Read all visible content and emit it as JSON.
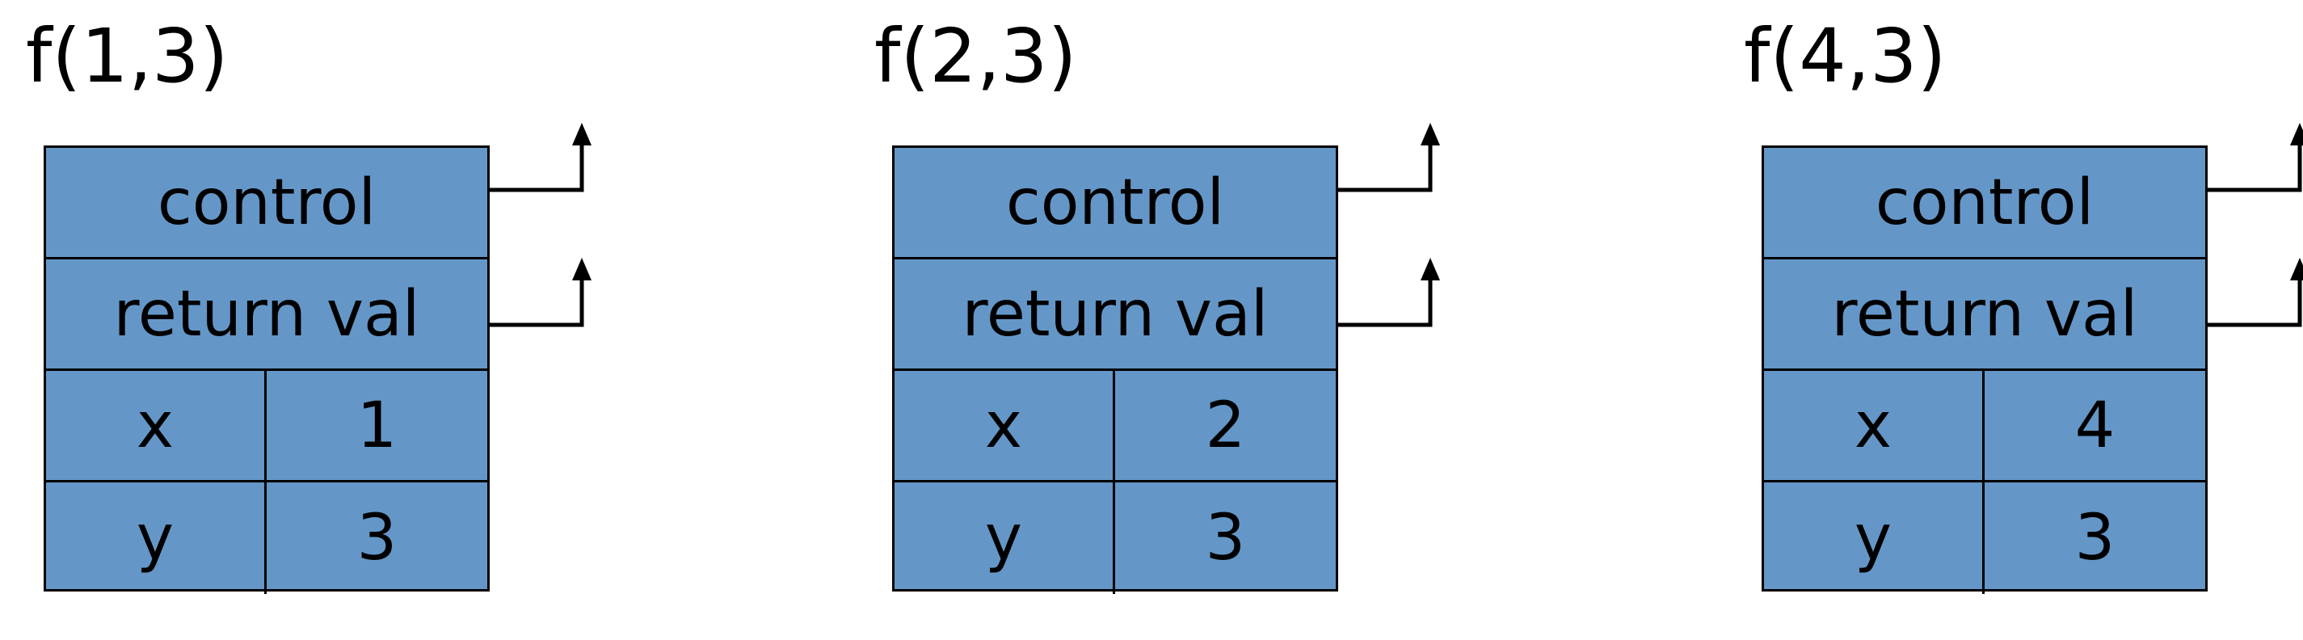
{
  "frames": [
    {
      "title": "f(1,3)",
      "control_label": "control",
      "return_label": "return val",
      "vars": [
        {
          "name": "x",
          "value": "1"
        },
        {
          "name": "y",
          "value": "3"
        }
      ]
    },
    {
      "title": "f(2,3)",
      "control_label": "control",
      "return_label": "return val",
      "vars": [
        {
          "name": "x",
          "value": "2"
        },
        {
          "name": "y",
          "value": "3"
        }
      ]
    },
    {
      "title": "f(4,3)",
      "control_label": "control",
      "return_label": "return val",
      "vars": [
        {
          "name": "x",
          "value": "4"
        },
        {
          "name": "y",
          "value": "3"
        }
      ]
    }
  ],
  "colors": {
    "cell_fill": "#6497c8",
    "stroke": "#000000"
  }
}
